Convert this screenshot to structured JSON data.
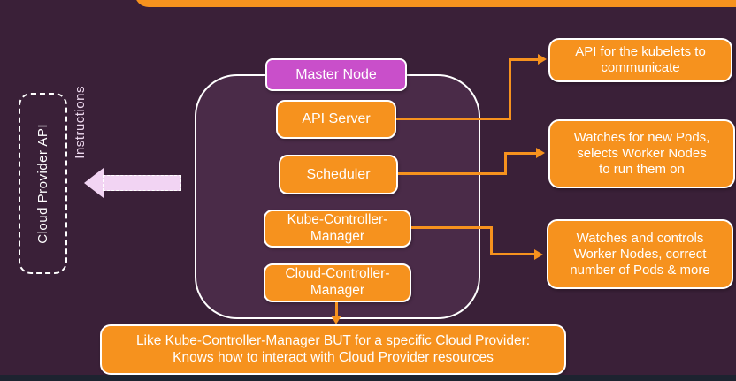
{
  "left_panel": {
    "cloud_provider_api_label": "Cloud Provider API",
    "instructions_label": "Instructions"
  },
  "master_node": {
    "title": "Master Node",
    "components": [
      {
        "label": "API Server"
      },
      {
        "label": "Scheduler"
      },
      {
        "label": "Kube-Controller-\nManager"
      },
      {
        "label": "Cloud-Controller-\nManager"
      }
    ]
  },
  "annotations": [
    {
      "label": "API for the kubelets to\ncommunicate"
    },
    {
      "label": "Watches for new Pods,\nselects Worker Nodes\nto run them on"
    },
    {
      "label": "Watches and controls\nWorker Nodes, correct\nnumber of Pods & more"
    }
  ],
  "footer_note": {
    "label": "Like Kube-Controller-Manager BUT for a specific Cloud Provider:\nKnows how to interact with Cloud Provider resources"
  },
  "colors": {
    "background": "#3a2038",
    "container_fill": "#4a2b48",
    "accent_orange": "#f6921e",
    "accent_magenta": "#c94fca",
    "accent_pink": "#f2d4f3",
    "bottom_bar": "#1d2330",
    "border_white": "#ffffff"
  }
}
